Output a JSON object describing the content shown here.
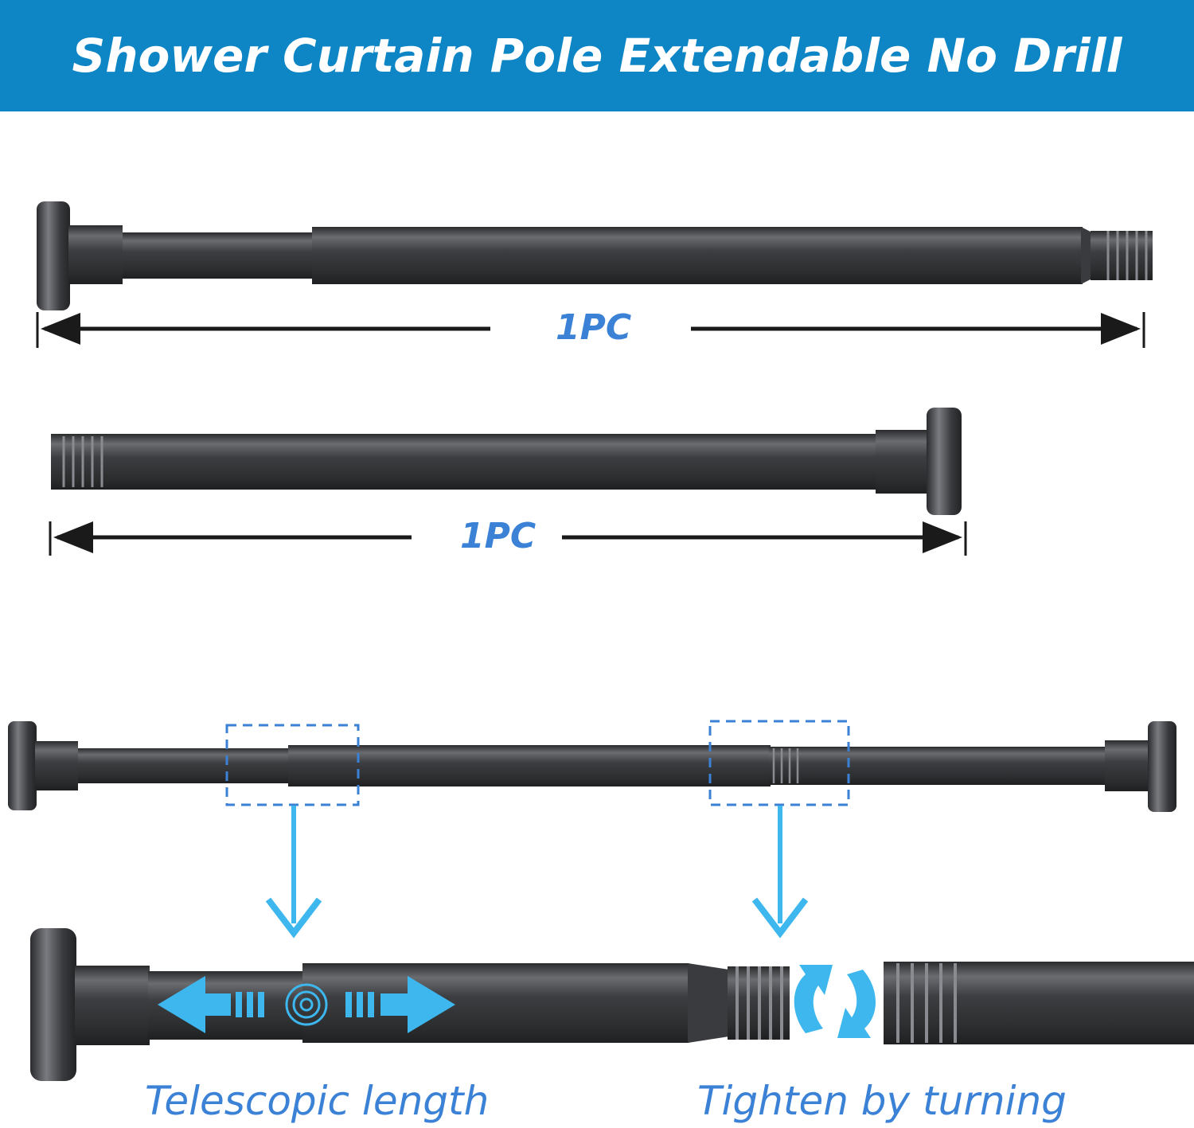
{
  "title": "Shower Curtain Pole Extendable No Drill",
  "pole_1_label": "1PC",
  "pole_2_label": "1PC",
  "captions": {
    "telescopic": "Telescopic length",
    "tighten": "Tighten by turning"
  },
  "colors": {
    "banner": "#0e86c6",
    "accent_text": "#3b82d6",
    "arrow": "#3db7ee",
    "pole": "#3a3b3d"
  }
}
